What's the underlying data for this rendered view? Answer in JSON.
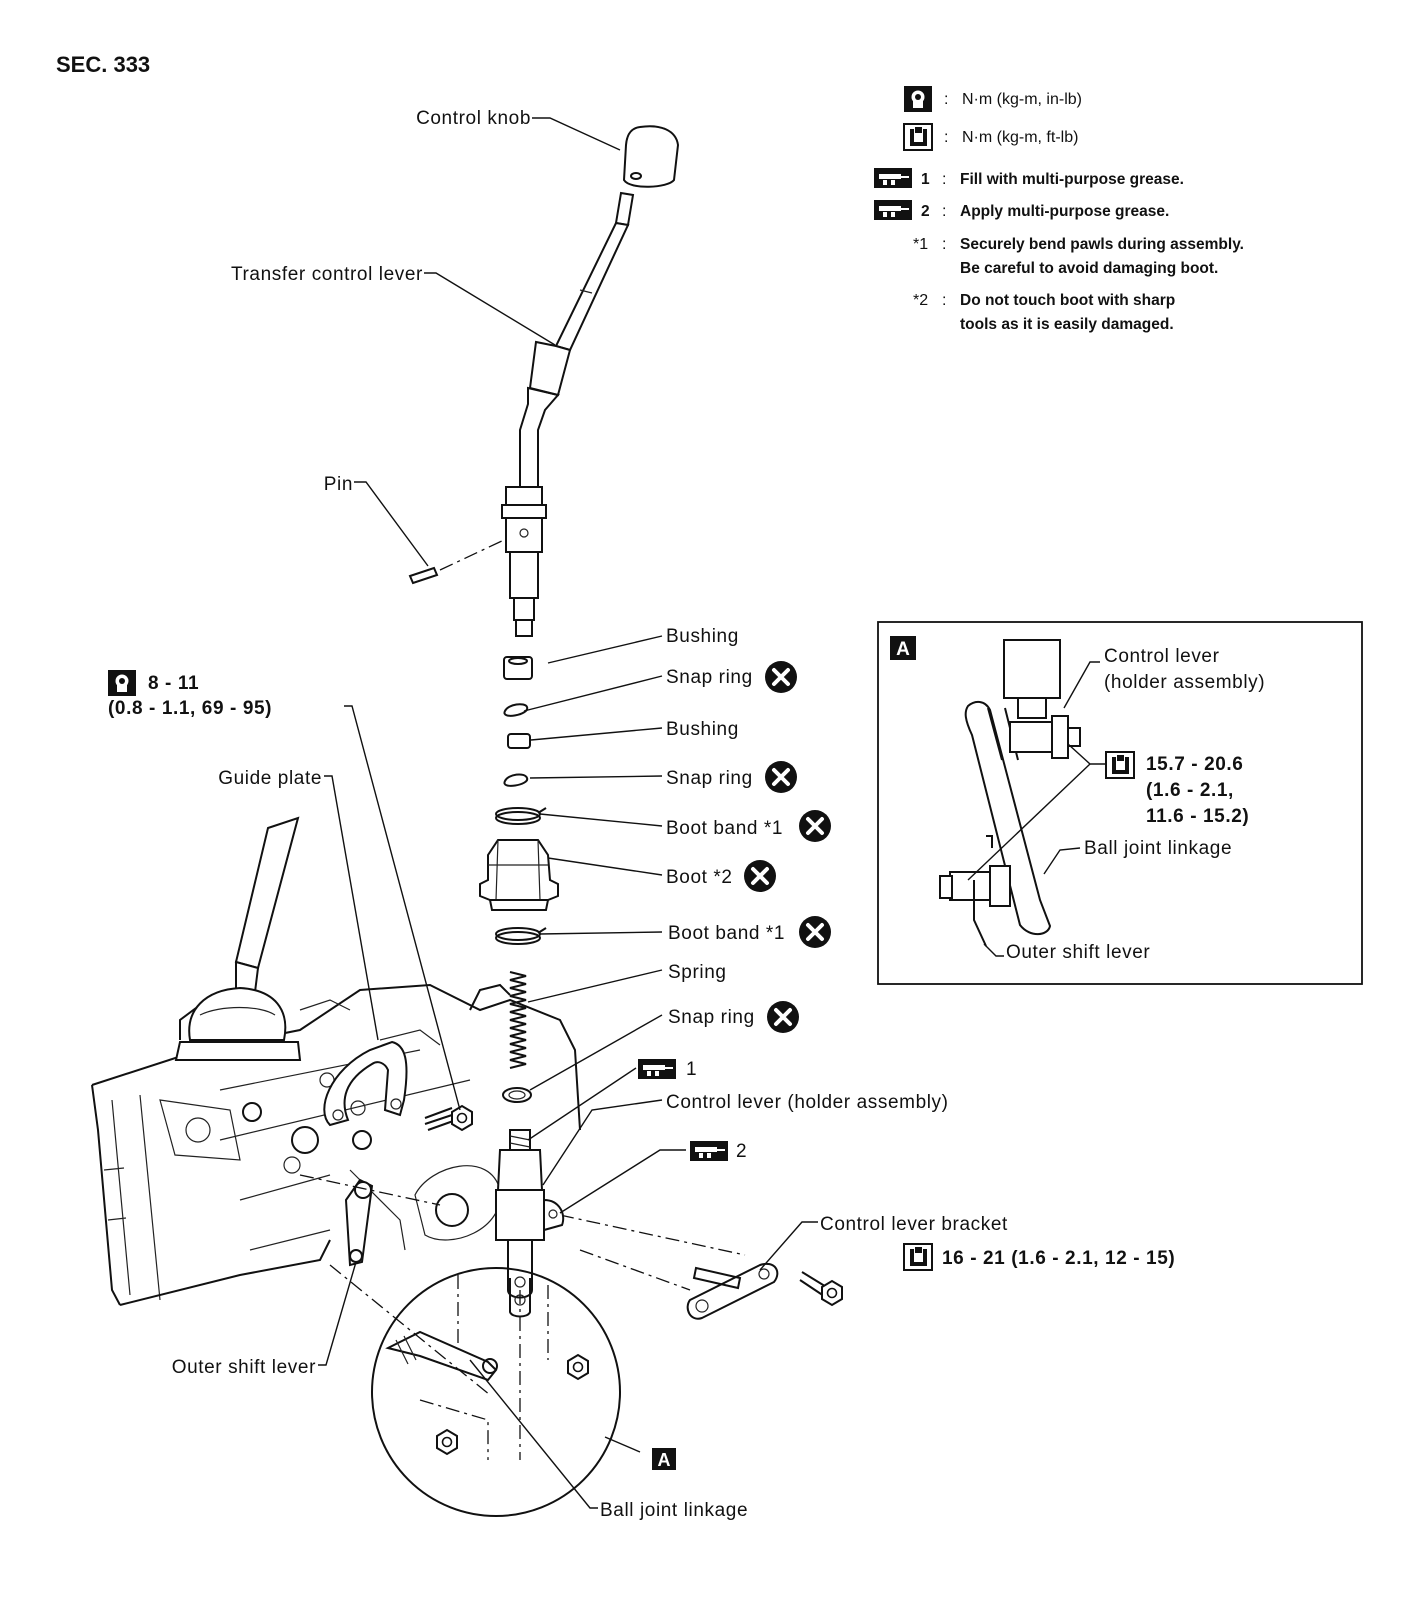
{
  "section": "SEC. 333",
  "legend": {
    "torque_small_unit": "N·m (kg-m, in-lb)",
    "torque_large_unit": "N·m (kg-m, ft-lb)",
    "grease_1_num": "1",
    "grease_1_text": "Fill with multi-purpose grease.",
    "grease_2_num": "2",
    "grease_2_text": "Apply multi-purpose grease.",
    "note_1_ref": "*1",
    "note_1_line1": "Securely bend pawls during assembly.",
    "note_1_line2": "Be careful to avoid damaging boot.",
    "note_2_ref": "*2",
    "note_2_line1": "Do not touch boot with sharp",
    "note_2_line2": "tools as it is easily damaged.",
    "sep": ":"
  },
  "labels": {
    "control_knob": "Control knob",
    "transfer_control_lever": "Transfer control lever",
    "pin": "Pin",
    "bushing_1": "Bushing",
    "snap_ring_1": "Snap ring",
    "bushing_2": "Bushing",
    "snap_ring_2": "Snap ring",
    "boot_band_1": "Boot band *1",
    "boot": "Boot *2",
    "boot_band_2": "Boot band *1",
    "spring": "Spring",
    "snap_ring_3": "Snap ring",
    "grease_ref_1": "1",
    "control_lever_holder": "Control lever (holder assembly)",
    "grease_ref_2": "2",
    "control_lever_bracket": "Control lever bracket",
    "guide_plate": "Guide plate",
    "outer_shift_lever": "Outer shift lever",
    "ball_joint_linkage": "Ball joint linkage",
    "detail_ref": "A"
  },
  "torques": {
    "guide_plate_bolt_line1": "8 - 11",
    "guide_plate_bolt_line2": "(0.8 - 1.1, 69 - 95)",
    "bracket_bolt": "16 - 21 (1.6 - 2.1, 12 - 15)"
  },
  "detail_a": {
    "tag": "A",
    "control_lever_line1": "Control lever",
    "control_lever_line2": "(holder assembly)",
    "torque_line1": "15.7 - 20.6",
    "torque_line2": "(1.6 - 2.1,",
    "torque_line3": "11.6 - 15.2)",
    "ball_joint_linkage": "Ball joint linkage",
    "outer_shift_lever": "Outer shift lever"
  },
  "icons": [
    "torque-wrench-icon",
    "torque-socket-icon",
    "grease-gun-icon",
    "replace-part-icon"
  ]
}
